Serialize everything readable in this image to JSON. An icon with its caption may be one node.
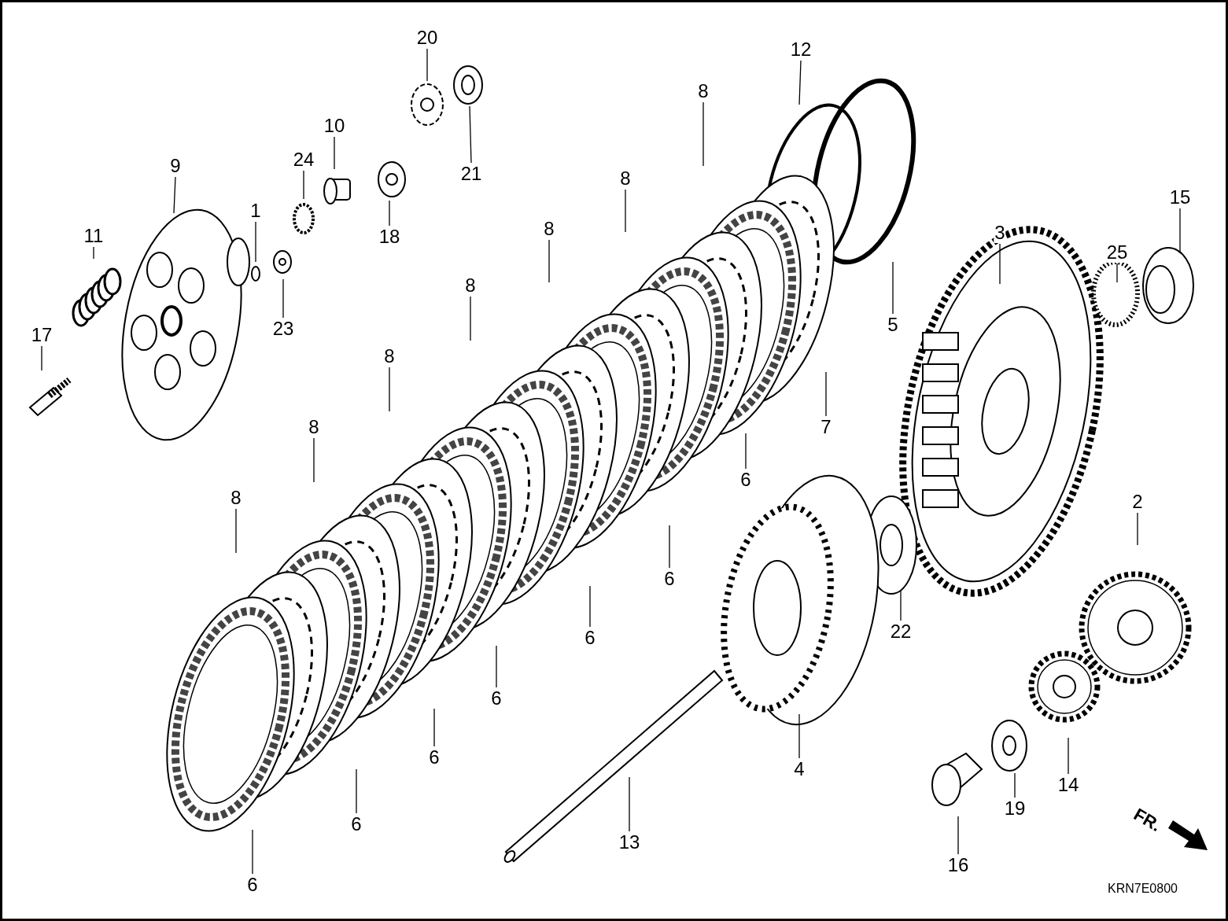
{
  "diagram": {
    "nodes": [
      {
        "text": [
          "20"
        ]
      },
      {
        "text": [
          "12"
        ]
      },
      {
        "text": [
          "21"
        ]
      },
      {
        "text": [
          "9"
        ]
      },
      {
        "text": [
          "10"
        ]
      },
      {
        "text": [
          "24"
        ]
      },
      {
        "text": [
          "8"
        ]
      },
      {
        "text": [
          "8"
        ]
      },
      {
        "text": [
          "15"
        ]
      },
      {
        "text": [
          "8"
        ]
      },
      {
        "text": [
          "1"
        ]
      },
      {
        "text": [
          "3"
        ]
      },
      {
        "text": [
          "25"
        ]
      },
      {
        "text": [
          "18"
        ]
      },
      {
        "text": [
          "11"
        ]
      },
      {
        "text": [
          "8"
        ]
      },
      {
        "text": [
          "5"
        ]
      },
      {
        "text": [
          "23"
        ]
      },
      {
        "text": [
          "17"
        ]
      },
      {
        "text": [
          "8"
        ]
      },
      {
        "text": [
          "7"
        ]
      },
      {
        "text": [
          "8"
        ]
      },
      {
        "text": [
          "6"
        ]
      },
      {
        "text": [
          "2"
        ]
      },
      {
        "text": [
          "8"
        ]
      },
      {
        "text": [
          "6"
        ]
      },
      {
        "text": [
          "6"
        ]
      },
      {
        "text": [
          "22"
        ]
      },
      {
        "text": [
          "6"
        ]
      },
      {
        "text": [
          "6"
        ]
      },
      {
        "text": [
          "4"
        ]
      },
      {
        "text": [
          "14"
        ]
      },
      {
        "text": [
          "6"
        ]
      },
      {
        "text": [
          "19"
        ]
      },
      {
        "text": [
          "13"
        ]
      },
      {
        "text": [
          "16"
        ]
      },
      {
        "text": [
          "6"
        ]
      }
    ],
    "edges": [
      {
        "from": 0,
        "to": null,
        "arrow": "none"
      },
      {
        "from": 1,
        "to": null,
        "arrow": "none"
      },
      {
        "from": 2,
        "to": null,
        "arrow": "none"
      },
      {
        "from": 3,
        "to": null,
        "arrow": "none"
      },
      {
        "from": 4,
        "to": null,
        "arrow": "none"
      },
      {
        "from": 5,
        "to": null,
        "arrow": "none"
      },
      {
        "from": 6,
        "to": null,
        "arrow": "none"
      },
      {
        "from": 7,
        "to": null,
        "arrow": "none"
      },
      {
        "from": 8,
        "to": null,
        "arrow": "none"
      },
      {
        "from": 9,
        "to": null,
        "arrow": "none"
      },
      {
        "from": 10,
        "to": null,
        "arrow": "none"
      },
      {
        "from": 11,
        "to": null,
        "arrow": "none"
      },
      {
        "from": 12,
        "to": null,
        "arrow": "none"
      },
      {
        "from": 13,
        "to": null,
        "arrow": "none"
      },
      {
        "from": 14,
        "to": null,
        "arrow": "none"
      },
      {
        "from": 15,
        "to": null,
        "arrow": "none"
      },
      {
        "from": 16,
        "to": null,
        "arrow": "none"
      },
      {
        "from": 17,
        "to": null,
        "arrow": "none"
      },
      {
        "from": 18,
        "to": null,
        "arrow": "none"
      },
      {
        "from": 19,
        "to": null,
        "arrow": "none"
      },
      {
        "from": 20,
        "to": null,
        "arrow": "none"
      },
      {
        "from": 21,
        "to": null,
        "arrow": "none"
      },
      {
        "from": 22,
        "to": null,
        "arrow": "none"
      },
      {
        "from": 23,
        "to": null,
        "arrow": "none"
      },
      {
        "from": 24,
        "to": null,
        "arrow": "none"
      },
      {
        "from": 25,
        "to": null,
        "arrow": "none"
      },
      {
        "from": 26,
        "to": null,
        "arrow": "none"
      },
      {
        "from": 27,
        "to": null,
        "arrow": "none"
      },
      {
        "from": 28,
        "to": null,
        "arrow": "none"
      },
      {
        "from": 29,
        "to": null,
        "arrow": "none"
      },
      {
        "from": 30,
        "to": null,
        "arrow": "none"
      },
      {
        "from": 31,
        "to": null,
        "arrow": "none"
      },
      {
        "from": 32,
        "to": null,
        "arrow": "none"
      },
      {
        "from": 33,
        "to": null,
        "arrow": "none"
      },
      {
        "from": 34,
        "to": null,
        "arrow": "none"
      },
      {
        "from": 35,
        "to": null,
        "arrow": "none"
      },
      {
        "from": 36,
        "to": null,
        "arrow": "none"
      }
    ],
    "labels": [
      "FR.",
      "KRN7E0800"
    ]
  }
}
